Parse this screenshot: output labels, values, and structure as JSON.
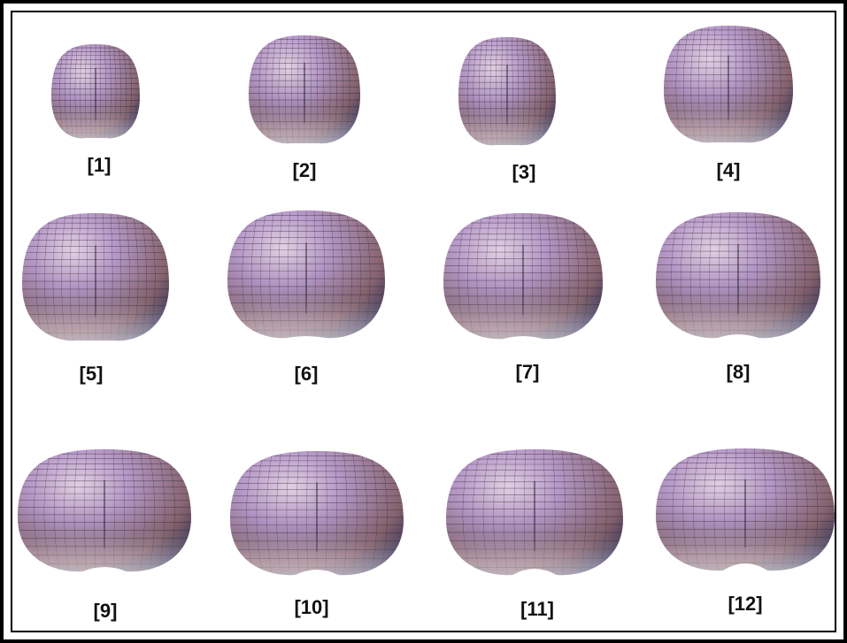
{
  "figure": {
    "colors": {
      "top": "#8a6672",
      "mid": "#b89aca",
      "dark": "#2a2a55",
      "highlight": "#e8d4e8",
      "mesh": "#1a1a22"
    },
    "shapes": [
      {
        "label": "[1]"
      },
      {
        "label": "[2]"
      },
      {
        "label": "[3]"
      },
      {
        "label": "[4]"
      },
      {
        "label": "[5]"
      },
      {
        "label": "[6]"
      },
      {
        "label": "[7]"
      },
      {
        "label": "[8]"
      },
      {
        "label": "[9]"
      },
      {
        "label": "[10]"
      },
      {
        "label": "[11]"
      },
      {
        "label": "[12]"
      }
    ]
  }
}
